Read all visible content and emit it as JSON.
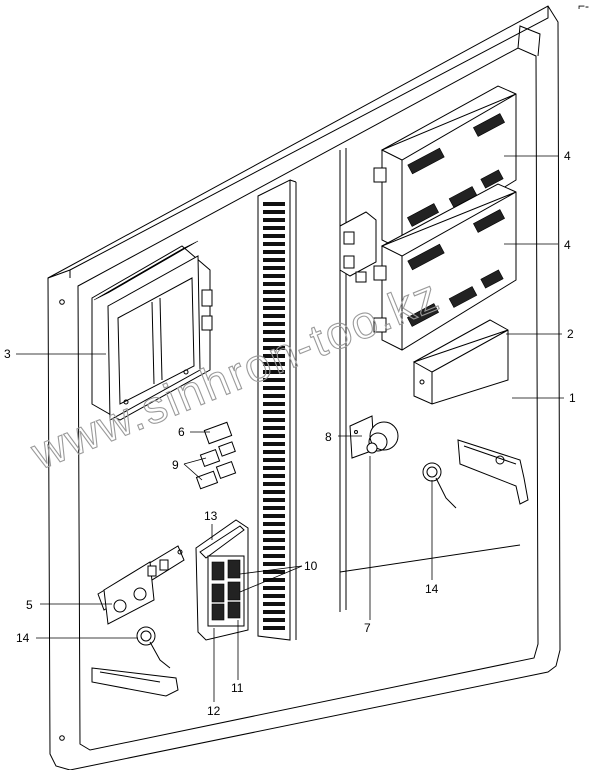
{
  "corner_mark": "⌐-",
  "watermark": "www.sinhron-too.kz",
  "callouts": {
    "c1": "1",
    "c2": "2",
    "c3": "3",
    "c4a": "4",
    "c4b": "4",
    "c5": "5",
    "c6": "6",
    "c7": "7",
    "c8": "8",
    "c9": "9",
    "c10": "10",
    "c11": "11",
    "c12": "12",
    "c13": "13",
    "c14a": "14",
    "c14b": "14"
  }
}
